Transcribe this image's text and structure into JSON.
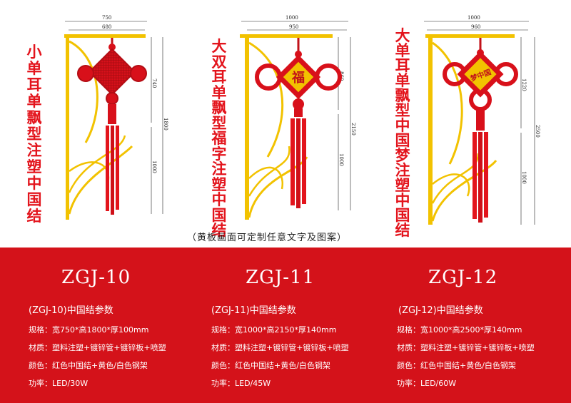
{
  "products": [
    {
      "title": "小单耳单飘型注塑中国结",
      "model": "ZGJ-10",
      "subtitle": "(ZGJ-10)中国结参数",
      "specs": [
        "规格：宽750*高1800*厚100mm",
        "材质：塑料注塑+镀锌管+镀锌板+喷塑",
        "颜色：红色中国结+黄色/白色钢架",
        "功率：LED/30W"
      ],
      "dims": {
        "w_outer": "750",
        "w_inner": "680",
        "h_top": "740",
        "h_total": "1800",
        "h_bottom": "1000"
      }
    },
    {
      "title": "大双耳单飘型福字注塑中国结",
      "model": "ZGJ-11",
      "subtitle": "(ZGJ-11)中国结参数",
      "specs": [
        "规格：宽1000*高2150*厚140mm",
        "材质：塑料注塑+镀锌管+镀锌板+喷塑",
        "颜色：红色中国结+黄色/白色钢架",
        "功率：LED/45W"
      ],
      "dims": {
        "w_outer": "1000",
        "w_inner": "950",
        "h_top": "860",
        "h_total": "2150",
        "h_bottom": "1000"
      },
      "panel_text": "福"
    },
    {
      "title": "大单耳单飘型中国梦注塑中国结",
      "model": "ZGJ-12",
      "subtitle": "(ZGJ-12)中国结参数",
      "specs": [
        "规格：宽1000*高2500*厚140mm",
        "材质：塑料注塑+镀锌管+镀锌板+喷塑",
        "颜色：红色中国结+黄色/白色钢架",
        "功率：LED/60W"
      ],
      "dims": {
        "w_outer": "1000",
        "w_inner": "960",
        "h_top": "1220",
        "h_total": "2500",
        "h_bottom": "1000"
      },
      "panel_text": "梦中国"
    }
  ],
  "note": "（黄板画面可定制任意文字及图案）",
  "colors": {
    "red": "#e3141c",
    "band": "#d4121a",
    "gold": "#f2c200"
  }
}
